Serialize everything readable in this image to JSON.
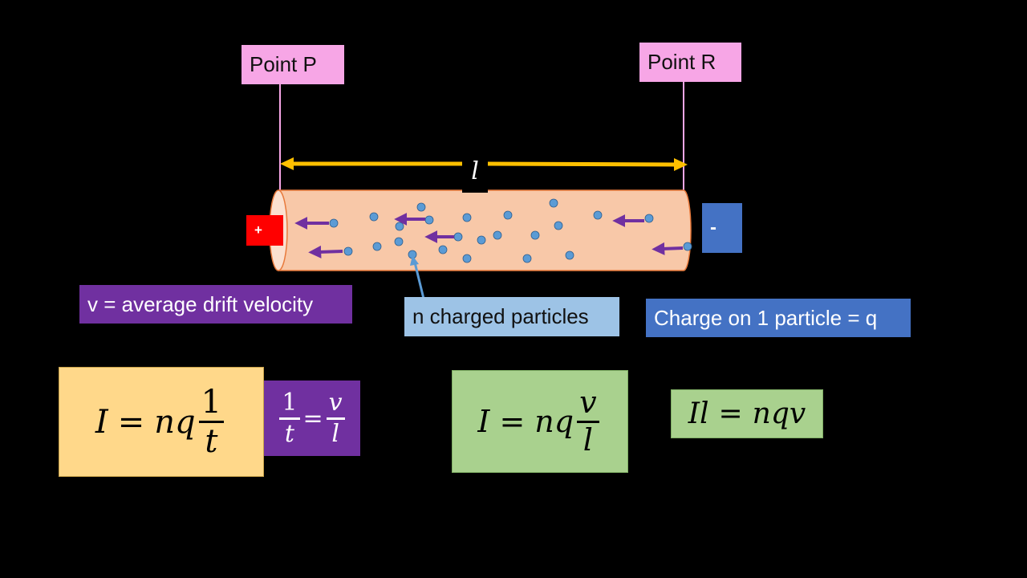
{
  "points": {
    "p_label": "Point P",
    "r_label": "Point R"
  },
  "length_symbol": "l",
  "terminals": {
    "positive": "+",
    "negative": "-"
  },
  "labels": {
    "drift_velocity": "v = average drift velocity",
    "charged_particles": "n charged particles",
    "charge_per_particle": "Charge on 1 particle = q"
  },
  "equations": {
    "eq1": {
      "lhs": "I",
      "eq": "=",
      "rhs": "nq",
      "num": "1",
      "den": "t"
    },
    "eq2": {
      "num1": "1",
      "den1": "t",
      "eq": "=",
      "num2": "v",
      "den2": "l"
    },
    "eq3": {
      "lhs": "I",
      "eq": "=",
      "rhs": "nq",
      "num": "v",
      "den": "l"
    },
    "eq4": {
      "lhs": "Il",
      "eq": "=",
      "rhs": "nqv"
    }
  },
  "colors": {
    "background": "#000000",
    "point_label": "#f7a6e6",
    "wire_fill": "#f8c8a8",
    "wire_edge": "#e87a3c",
    "particle": "#5b9bd5",
    "arrow": "#7030a0",
    "length_arrow": "#ffc000",
    "positive_terminal": "#ff0000",
    "negative_terminal": "#4472c4",
    "drift_label": "#7030a0",
    "particles_label": "#9dc3e6",
    "charge_label": "#4472c4",
    "eq1_box": "#ffd88a",
    "eq2_box": "#7030a0",
    "eq_green_box": "#a9d18e"
  }
}
